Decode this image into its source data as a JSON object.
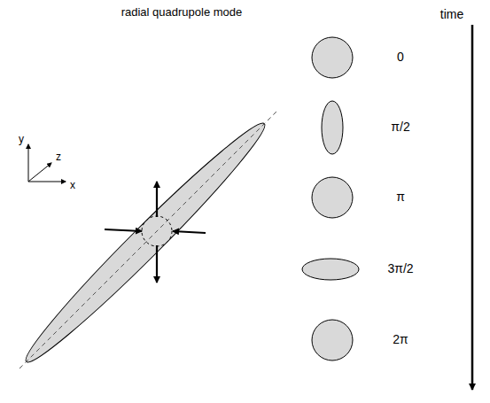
{
  "diagram": {
    "title": "radial quadrupole mode",
    "labels": [
      "time",
      "y",
      "z",
      "x",
      "0",
      "π/2",
      "π",
      "3π/2",
      "2π"
    ]
  }
}
